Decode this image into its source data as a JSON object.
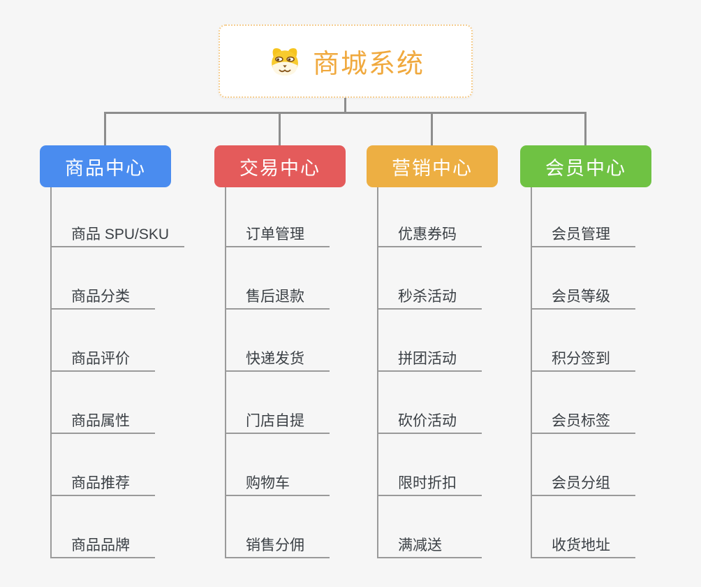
{
  "page": {
    "background": "#F6F6F6"
  },
  "root_node": {
    "icon": "shiba-dog-icon",
    "title": "商城系统",
    "title_color": "#F0A93E",
    "border_color": "#F5CD8F",
    "background": "#FFFFFF"
  },
  "connector": {
    "main_color": "#8D8D8D",
    "branch_line_color": "#9A9A9A"
  },
  "item_text_color": "#3B4045",
  "branches": [
    {
      "label": "商品中心",
      "color": "#4A8CEF",
      "items": [
        "商品 SPU/SKU",
        "商品分类",
        "商品评价",
        "商品属性",
        "商品推荐",
        "商品品牌"
      ]
    },
    {
      "label": "交易中心",
      "color": "#E45B5B",
      "items": [
        "订单管理",
        "售后退款",
        "快递发货",
        "门店自提",
        "购物车",
        "销售分佣"
      ]
    },
    {
      "label": "营销中心",
      "color": "#EDAF43",
      "items": [
        "优惠券码",
        "秒杀活动",
        "拼团活动",
        "砍价活动",
        "限时折扣",
        "满减送"
      ]
    },
    {
      "label": "会员中心",
      "color": "#6FC243",
      "items": [
        "会员管理",
        "会员等级",
        "积分签到",
        "会员标签",
        "会员分组",
        "收货地址"
      ]
    }
  ]
}
